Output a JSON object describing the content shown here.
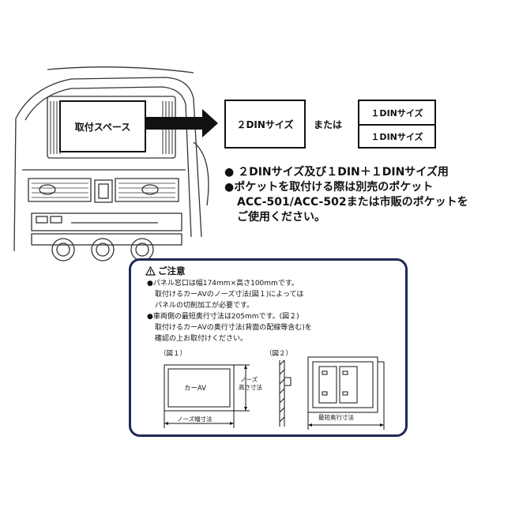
{
  "diagram": {
    "install_space_label": "取付スペース",
    "din2_label": "２DINサイズ",
    "or_label": "または",
    "din1_top_label": "１DINサイズ",
    "din1_bottom_label": "１DINサイズ",
    "bullets": [
      "● ２DINサイズ及び１DIN＋１DINサイズ用",
      "●ポケットを取付ける際は別売のポケット",
      "ACC-501/ACC-502または市販のポケットを",
      "ご使用ください。"
    ]
  },
  "caution": {
    "title": "ご注意",
    "lines": [
      "●パネル窓口は幅174mm×高さ100mmです。",
      "取付けるカーAVのノーズ寸法(図１)によっては",
      "パネルの切削加工が必要です。",
      "●車両側の最短奥行寸法は205mmです。(図２)",
      "取付けるカーAVの奥行寸法(背面の配線等含む)を",
      "確認の上お取付けください。"
    ],
    "fig1_label": "（図１）",
    "fig2_label": "（図２）",
    "car_av_label": "カーAV",
    "nose_height_line1": "ノーズ",
    "nose_height_line2": "高さ寸法",
    "nose_width_label": "ノーズ幅寸法",
    "min_depth_label": "最短奥行寸法"
  },
  "colors": {
    "caution_border": "#1f2a55",
    "line": "#111111"
  }
}
